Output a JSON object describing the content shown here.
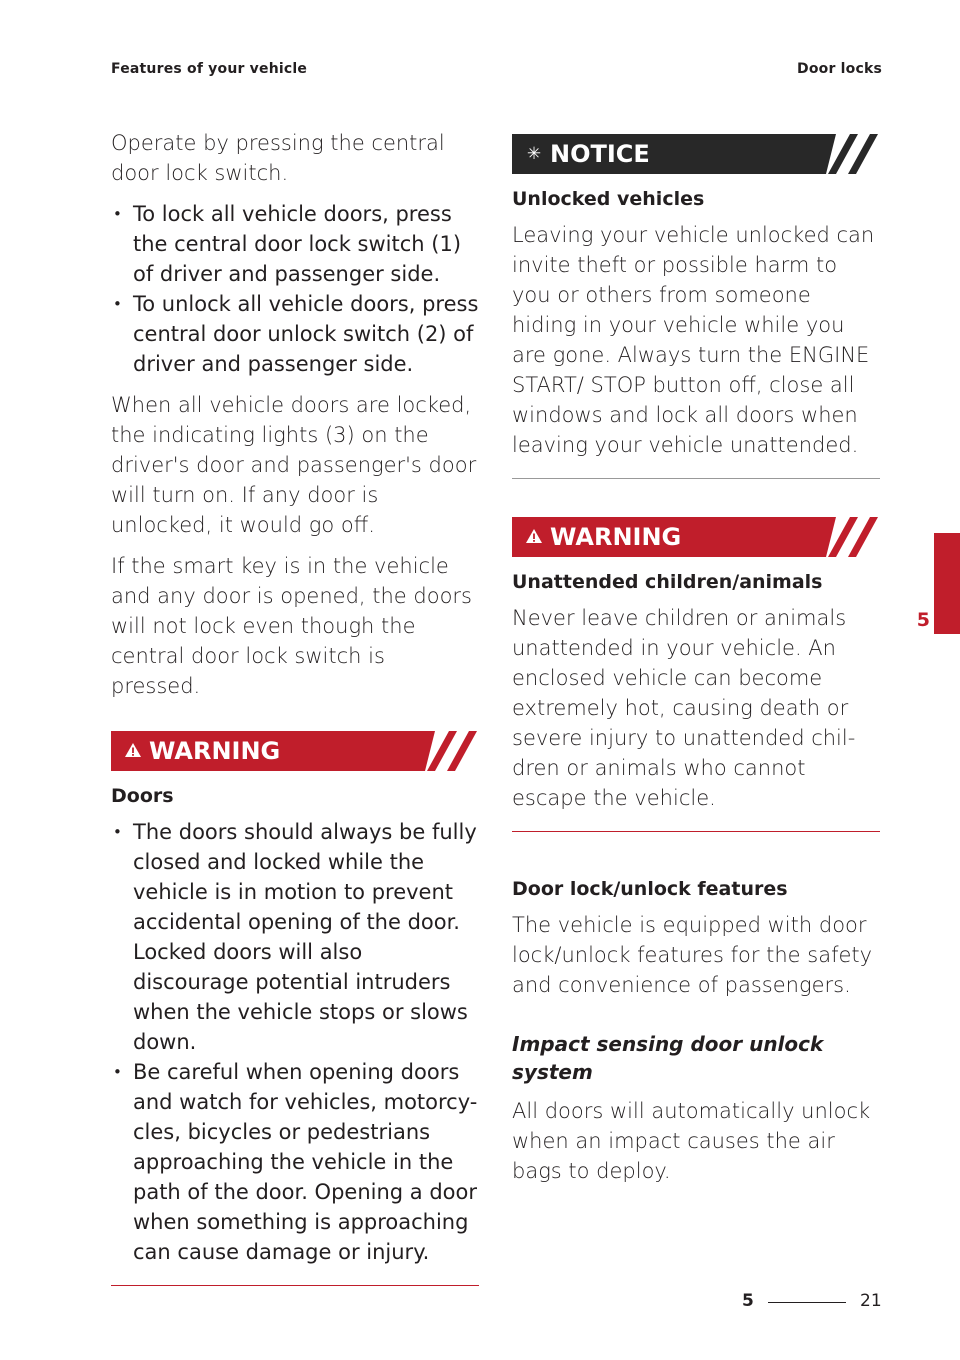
{
  "header": {
    "left": "Features of your vehicle",
    "right": "Door locks"
  },
  "left": {
    "intro": "Operate by pressing the central door lock switch.",
    "bullets": [
      "To lock all vehicle doors, press the central door lock switch (1) of driver and passenger side.",
      "To unlock all vehicle doors, press central door unlock switch (2) of driver and passenger side."
    ],
    "para1": "When all vehicle doors are locked, the indicating lights (3) on the driver's door and passenger's door will turn on. If any door is unlocked, it would go off.",
    "para2": "If the smart key is in the vehicle and any door is opened, the doors will not lock even though the central door lock switch is pressed.",
    "warning": {
      "icon": "warning-triangle-icon",
      "label": "WARNING",
      "title": "Doors",
      "bullets": [
        "The doors should always be fully closed and locked while the vehicle is in motion to prevent accidental opening of the door. Locked doors will also discourage potential intruders when the vehicle stops or slows down.",
        "Be careful when opening doors and watch for vehicles, motorcy-cles, bicycles or pedestrians approaching the vehicle in the path of the door. Opening a door when something is approaching can cause damage or injury."
      ]
    }
  },
  "right": {
    "notice": {
      "icon": "asterisk-icon",
      "label": "NOTICE",
      "title": "Unlocked vehicles",
      "text": "Leaving your vehicle unlocked can invite theft or possible harm to you or others from someone hiding in your vehicle while you are gone. Always turn the ENGINE START/ STOP button off, close all windows and lock all doors when leaving your vehicle unattended."
    },
    "warning": {
      "icon": "warning-triangle-icon",
      "label": "WARNING",
      "title": "Unattended children/animals",
      "text": "Never leave children or animals unattended in your vehicle. An enclosed vehicle can become extremely hot, causing death or severe injury to unattended chil-dren or animals who cannot escape the vehicle."
    },
    "section_title": "Door lock/unlock features",
    "section_text": "The vehicle is equipped with door lock/unlock features for the safety and convenience of passengers.",
    "sub_title": "Impact sensing door unlock system",
    "sub_text": "All doors will automatically unlock when an impact causes the air bags to deploy."
  },
  "side_tab": "5",
  "footer": {
    "chapter": "5",
    "page": "21"
  },
  "colors": {
    "warning_red": "#c01e2b",
    "notice_dark": "#282828"
  }
}
